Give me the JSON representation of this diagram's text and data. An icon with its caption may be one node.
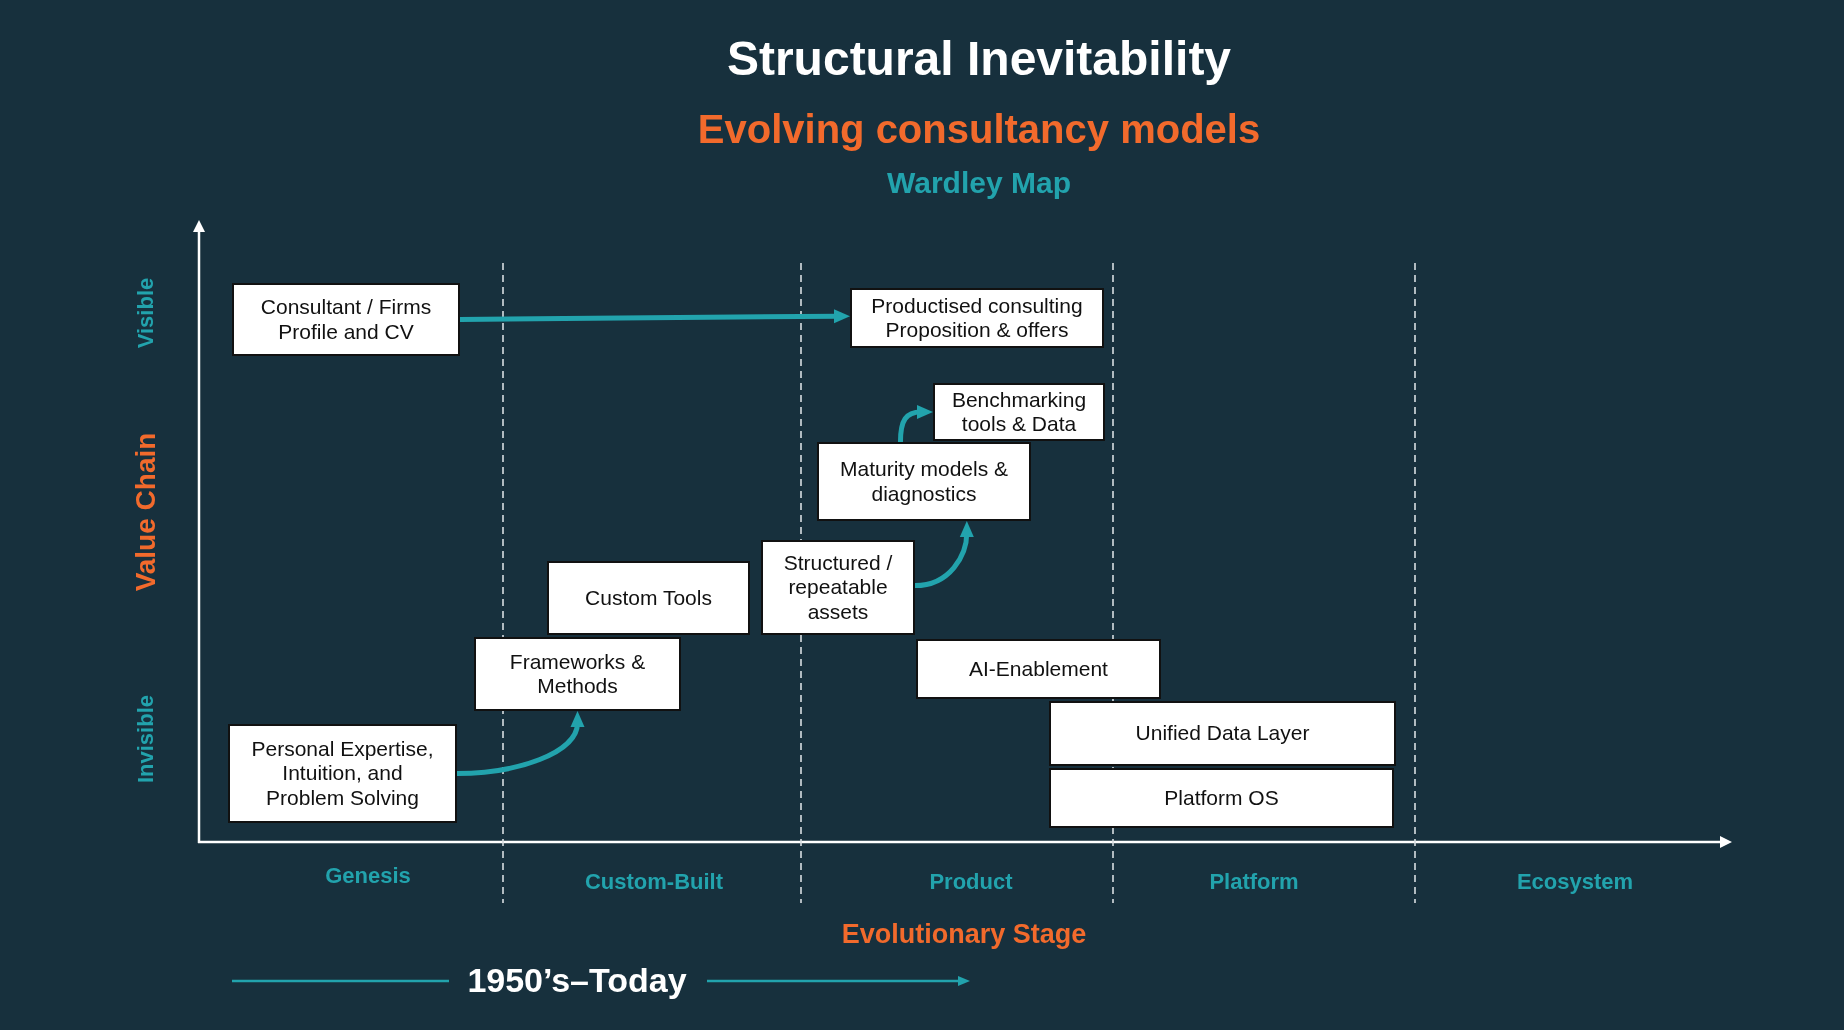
{
  "diagram": {
    "title": "Structural Inevitability",
    "nodes": [
      {
        "text": [
          "Consultant / Firms Profile and CV"
        ]
      },
      {
        "text": [
          "Productised consulting Proposition & offers"
        ]
      },
      {
        "text": [
          "Benchmarking tools & Data"
        ]
      },
      {
        "text": [
          "Maturity models & diagnostics"
        ]
      },
      {
        "text": [
          "Structured / repeatable assets"
        ]
      },
      {
        "text": [
          "Custom Tools"
        ]
      },
      {
        "text": [
          "Frameworks & Methods"
        ]
      },
      {
        "text": [
          "AI-Enablement"
        ]
      },
      {
        "text": [
          "Unified Data Layer"
        ]
      },
      {
        "text": [
          "Personal Expertise, Intuition, and Problem Solving"
        ]
      },
      {
        "text": [
          "Platform OS"
        ]
      }
    ],
    "edges": [
      {
        "from": 0,
        "to": 1,
        "arrow": "to"
      },
      {
        "from": 3,
        "to": 2,
        "arrow": "to"
      },
      {
        "from": 4,
        "to": 3,
        "arrow": "to"
      },
      {
        "from": 9,
        "to": 6,
        "arrow": "to"
      }
    ],
    "labels": [
      "Evolving consultancy models",
      "Wardley Map",
      "Visible",
      "Value Chain",
      "Invisible",
      "Genesis",
      "Custom-Built",
      "Product",
      "Platform",
      "Ecosystem",
      "Evolutionary Stage",
      "1950’s–Today"
    ]
  }
}
